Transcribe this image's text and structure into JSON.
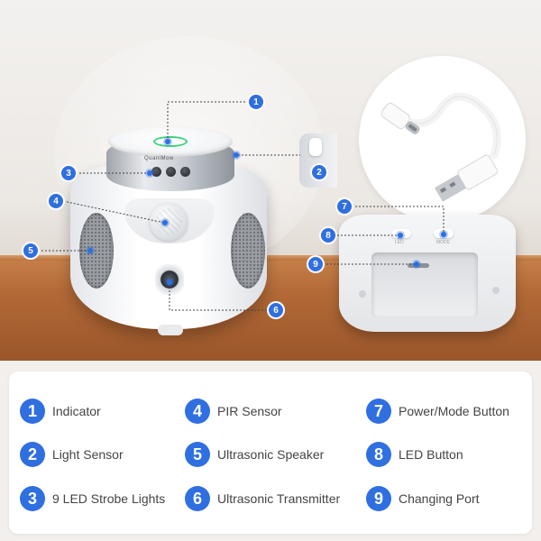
{
  "device": {
    "brand_text": "QuaniMow",
    "bottom_labels": [
      "LED",
      "MODE"
    ]
  },
  "callouts": [
    "1",
    "2",
    "3",
    "4",
    "5",
    "6",
    "7",
    "8",
    "9"
  ],
  "legend": {
    "items": [
      {
        "number": "1",
        "label": "Indicator"
      },
      {
        "number": "2",
        "label": "Light Sensor"
      },
      {
        "number": "3",
        "label": "9 LED Strobe Lights"
      },
      {
        "number": "4",
        "label": "PIR Sensor"
      },
      {
        "number": "5",
        "label": "Ultrasonic Speaker"
      },
      {
        "number": "6",
        "label": "Ultrasonic Transmitter"
      },
      {
        "number": "7",
        "label": "Power/Mode Button"
      },
      {
        "number": "8",
        "label": "LED Button"
      },
      {
        "number": "9",
        "label": "Changing Port"
      }
    ]
  },
  "colors": {
    "accent": "#2f6fe0",
    "indicator_green": "#3ed07a",
    "wood": "#b36a37"
  },
  "icons": [
    "usb-c-cable-icon"
  ]
}
